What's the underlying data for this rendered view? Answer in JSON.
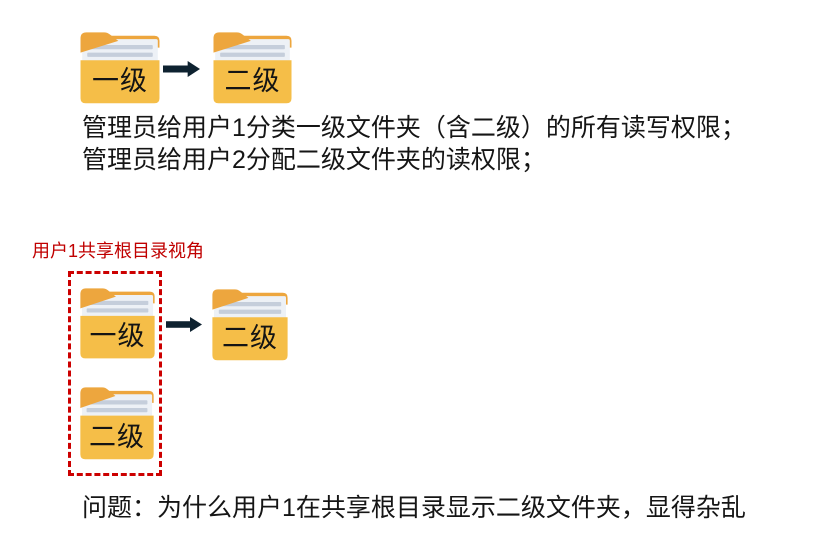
{
  "top_diagram": {
    "source_folder": {
      "label": "一级"
    },
    "target_folder": {
      "label": "二级"
    }
  },
  "description": {
    "line1": "管理员给用户1分类一级文件夹（含二级）的所有读写权限；",
    "line2": "管理员给用户2分配二级文件夹的读权限；"
  },
  "user1_view": {
    "title": "用户1共享根目录视角",
    "root_folders": [
      {
        "label": "一级"
      },
      {
        "label": "二级"
      }
    ],
    "linked_folder": {
      "label": "二级"
    }
  },
  "question": "问题：为什么用户1在共享根目录显示二级文件夹，显得杂乱",
  "colors": {
    "folder_body": "#F5BE48",
    "folder_tab": "#EDA63E",
    "folder_paper": "#EDF1F6",
    "folder_paper_line": "#C5CEDB",
    "arrow_color": "#0E2230",
    "red_text": "#C00000",
    "red_box": "#CC0000"
  }
}
